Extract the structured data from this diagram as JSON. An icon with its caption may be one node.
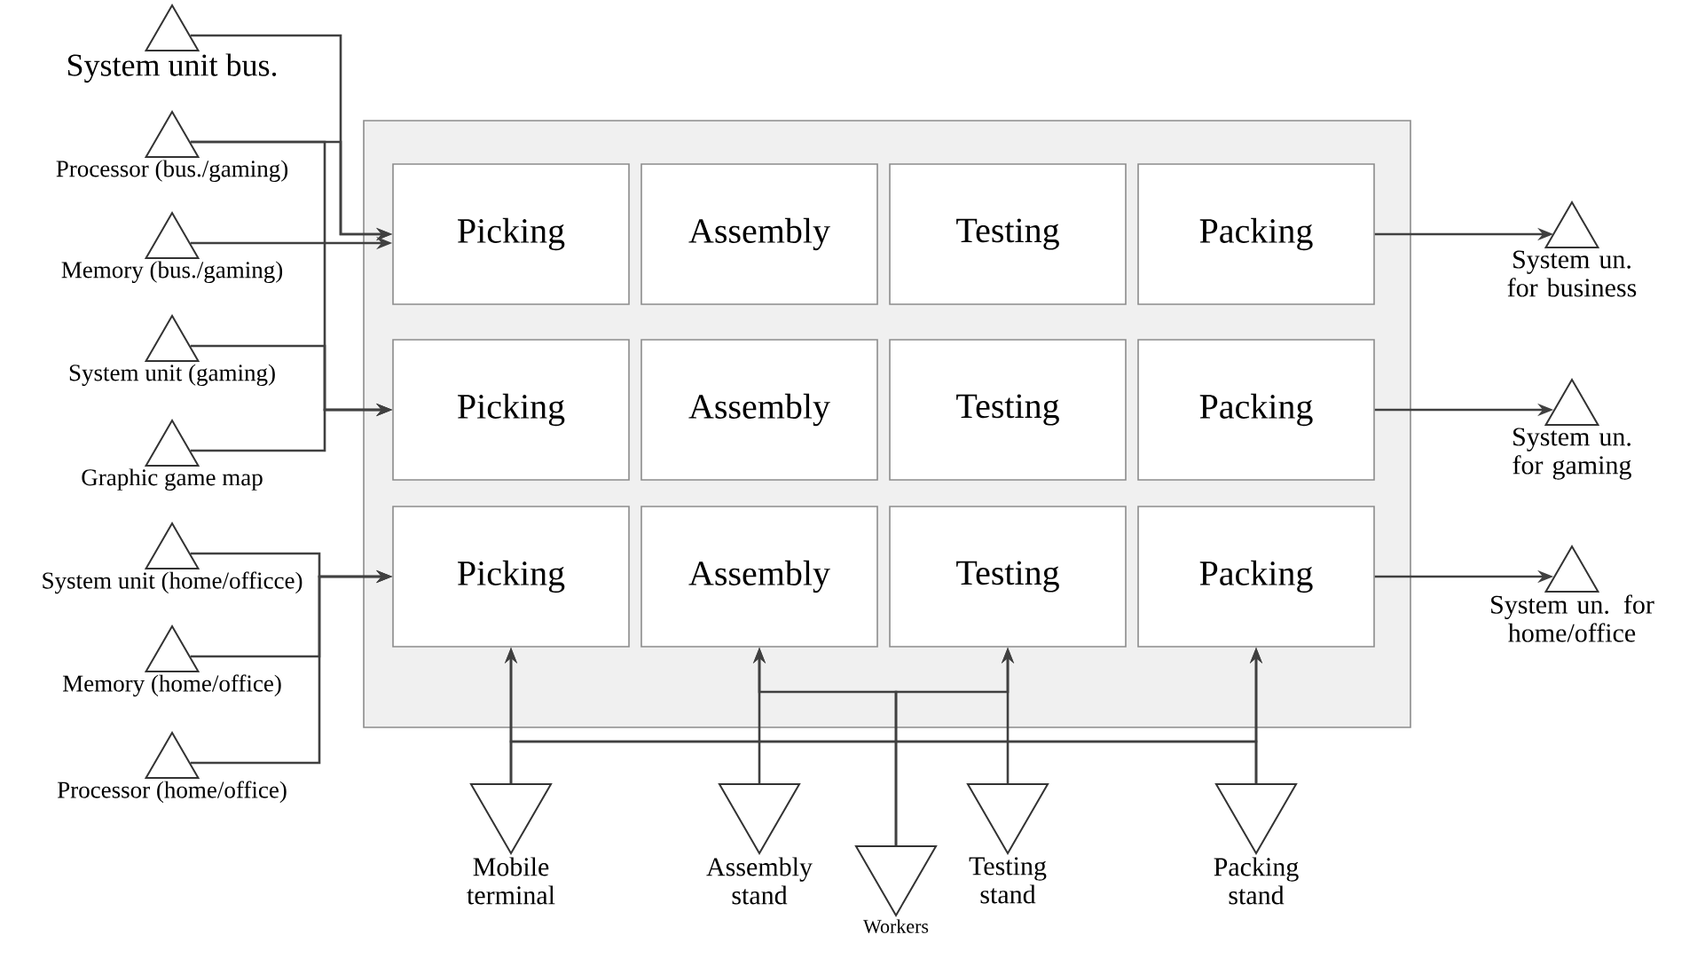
{
  "diagram": {
    "nodes": [
      {
        "text": [],
        "shape": "box"
      },
      {
        "text": [
          "Picking"
        ],
        "in": 0
      },
      {
        "text": [
          "Assembly"
        ],
        "in": 0
      },
      {
        "text": [
          "Testing"
        ],
        "in": 0
      },
      {
        "text": [
          "Packing"
        ],
        "in": 0
      },
      {
        "text": [
          "Picking"
        ],
        "in": 0
      },
      {
        "text": [
          "Assembly"
        ],
        "in": 0
      },
      {
        "text": [
          "Testing"
        ],
        "in": 0
      },
      {
        "text": [
          "Packing"
        ],
        "in": 0
      },
      {
        "text": [
          "Picking"
        ],
        "in": 0
      },
      {
        "text": [
          "Assembly"
        ],
        "in": 0
      },
      {
        "text": [
          "Testing"
        ],
        "in": 0
      },
      {
        "text": [
          "Packing"
        ],
        "in": 0
      },
      {
        "text": [
          "System unit bus."
        ]
      },
      {
        "text": [
          "Processor (bus./gaming)"
        ]
      },
      {
        "text": [
          "Memory (bus./gaming)"
        ]
      },
      {
        "text": [
          "System unit (gaming)"
        ]
      },
      {
        "text": [
          "Graphic game map"
        ]
      },
      {
        "text": [
          "System unit (home/officce)"
        ]
      },
      {
        "text": [
          "Memory (home/office)"
        ]
      },
      {
        "text": [
          "Processor (home/office)"
        ]
      },
      {
        "text": [
          "System un. for business"
        ]
      },
      {
        "text": [
          "System un. for gaming"
        ]
      },
      {
        "text": [
          "System un. for home/office"
        ]
      },
      {
        "text": [
          "Mobile terminal"
        ]
      },
      {
        "text": [
          "Assembly stand"
        ]
      },
      {
        "text": [
          "Workers"
        ]
      },
      {
        "text": [
          "Testing stand"
        ]
      },
      {
        "text": [
          "Packing stand"
        ]
      }
    ],
    "edges": [
      {
        "from": 13,
        "to": 1,
        "arrow": "to"
      },
      {
        "from": 14,
        "to": 1,
        "arrow": "to"
      },
      {
        "from": 14,
        "to": 5,
        "arrow": "to"
      },
      {
        "from": 15,
        "to": 1,
        "arrow": "to"
      },
      {
        "from": 16,
        "to": 5,
        "arrow": "to"
      },
      {
        "from": 17,
        "to": 5,
        "arrow": "to"
      },
      {
        "from": 18,
        "to": 9,
        "arrow": "to"
      },
      {
        "from": 19,
        "to": 9,
        "arrow": "to"
      },
      {
        "from": 20,
        "to": 9,
        "arrow": "to"
      },
      {
        "from": 4,
        "to": 21,
        "arrow": "to"
      },
      {
        "from": 8,
        "to": 22,
        "arrow": "to"
      },
      {
        "from": 12,
        "to": 23,
        "arrow": "to"
      },
      {
        "from": 24,
        "to": 9,
        "arrow": "to"
      },
      {
        "from": 24,
        "to": 12,
        "arrow": "to"
      },
      {
        "from": 28,
        "to": 12,
        "arrow": "to"
      },
      {
        "from": 28,
        "to": 9,
        "arrow": "to"
      },
      {
        "from": 25,
        "to": 10,
        "arrow": "to"
      },
      {
        "from": 26,
        "to": 10,
        "arrow": "to"
      },
      {
        "from": 26,
        "to": 11,
        "arrow": "to"
      },
      {
        "from": 27,
        "to": 11,
        "arrow": "to"
      }
    ]
  }
}
